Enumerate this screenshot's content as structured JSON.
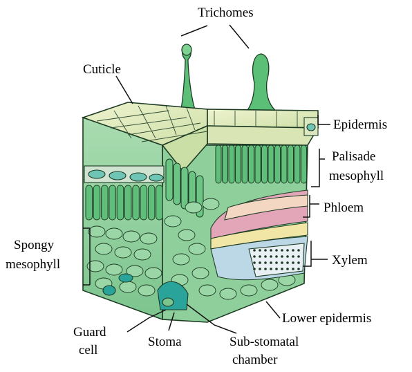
{
  "labels": {
    "trichomes": "Trichomes",
    "cuticle": "Cuticle",
    "epidermis": "Epidermis",
    "palisade_line1": "Palisade",
    "palisade_line2": "mesophyll",
    "phloem": "Phloem",
    "xylem": "Xylem",
    "spongy_line1": "Spongy",
    "spongy_line2": "mesophyll",
    "lower_epidermis": "Lower epidermis",
    "guard_line1": "Guard",
    "guard_line2": "cell",
    "stoma": "Stoma",
    "substomatal_line1": "Sub-stomatal",
    "substomatal_line2": "chamber"
  },
  "colors": {
    "cuticle_fill": "#dfe8b8",
    "palisade_cell": "#5fbf7a",
    "spongy_fill": "#9bd6a6",
    "phloem_pink": "#e3a6b8",
    "phloem_yellow": "#f1e6a6",
    "xylem_blue": "#bcd8e6",
    "stoma_teal": "#2aa39a",
    "outline": "#1d3b24"
  }
}
